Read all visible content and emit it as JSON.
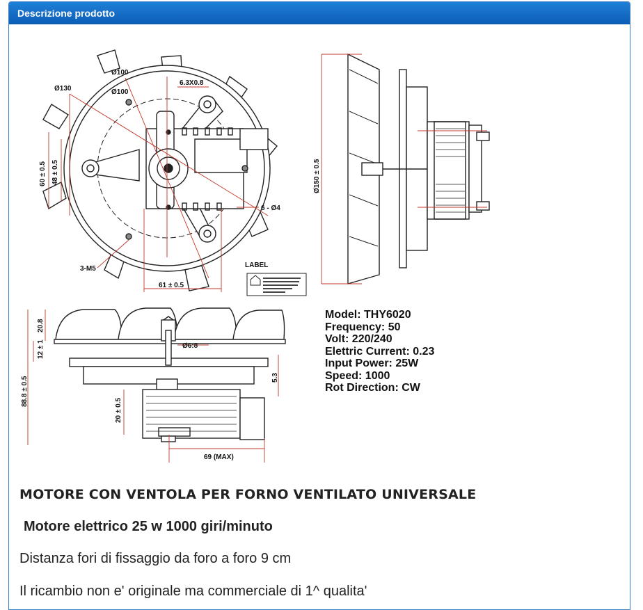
{
  "panel": {
    "title": "Descrizione prodotto"
  },
  "drawing": {
    "front_view": {
      "dim_d100_top": "Ø100",
      "dim_d130": "Ø130",
      "dim_d100_inner": "Ø100",
      "dim_screw": "6.3X0.8",
      "dim_60": "60 ± 0.5",
      "dim_48": "48 ± 0.5",
      "dim_holes": "6 - Ø4",
      "dim_m5": "3-M5",
      "dim_61": "61 ± 0.5",
      "label_text": "LABEL"
    },
    "side_view": {
      "dim_d150": "Ø150 ± 0.5"
    },
    "bottom_view": {
      "dim_20_8": "20.8",
      "dim_12": "12 ± 1",
      "dim_shaft": "Ø6:8",
      "dim_88": "88.8 ± 0.5",
      "dim_5_3": "5.3",
      "dim_20": "20 ± 0.5",
      "dim_69": "69 (MAX)"
    }
  },
  "specs": {
    "model": "Model: THY6020",
    "frequency": "Frequency: 50",
    "volt": "Volt: 220/240",
    "current": "Elettric Current: 0.23",
    "power": "Input Power: 25W",
    "speed": "Speed: 1000",
    "rotation": "Rot Direction: CW"
  },
  "description": {
    "title": "MOTORE CON VENTOLA PER FORNO VENTILATO UNIVERSALE",
    "subtitle": "Motore elettrico 25 w 1000 giri/minuto",
    "line1": "Distanza fori di fissaggio da foro a foro  9 cm",
    "line2": "Il ricambio non e' originale ma commerciale di 1^ qualita'"
  },
  "colors": {
    "header_top": "#1f7fd8",
    "header_bottom": "#0c5db4",
    "dimension_line": "#c0392b",
    "border": "#3a7fc4"
  }
}
